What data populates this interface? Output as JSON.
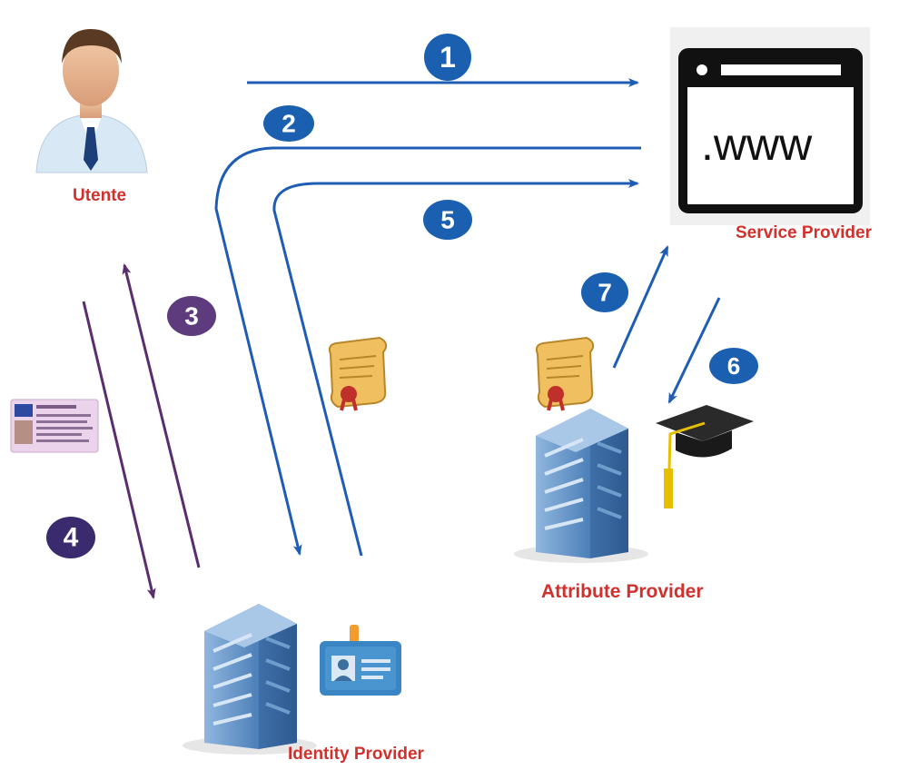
{
  "actors": {
    "utente": {
      "label": "Utente"
    },
    "service_provider": {
      "label": "Service Provider",
      "browser_text": ".www"
    },
    "attribute_provider": {
      "label": "Attribute  Provider"
    },
    "identity_provider": {
      "label": "Identity Provider"
    }
  },
  "steps": [
    {
      "number": "1",
      "color": "#1a5fb0"
    },
    {
      "number": "2",
      "color": "#1a5fb0"
    },
    {
      "number": "3",
      "color": "#5d3b7c"
    },
    {
      "number": "4",
      "color": "#3a2a6e"
    },
    {
      "number": "5",
      "color": "#1a5fb0"
    },
    {
      "number": "6",
      "color": "#1a5fb0"
    },
    {
      "number": "7",
      "color": "#1a5fb0"
    }
  ],
  "colors": {
    "blue_arrow": "#1f5cb3",
    "purple_arrow": "#5a2d6e",
    "label_red": "#d0312d",
    "building": "#5b8ec4"
  },
  "icons": [
    "user-avatar-icon",
    "browser-window-icon",
    "building-icon",
    "id-badge-icon",
    "certificate-scroll-icon",
    "graduation-cap-icon",
    "id-card-icon"
  ]
}
